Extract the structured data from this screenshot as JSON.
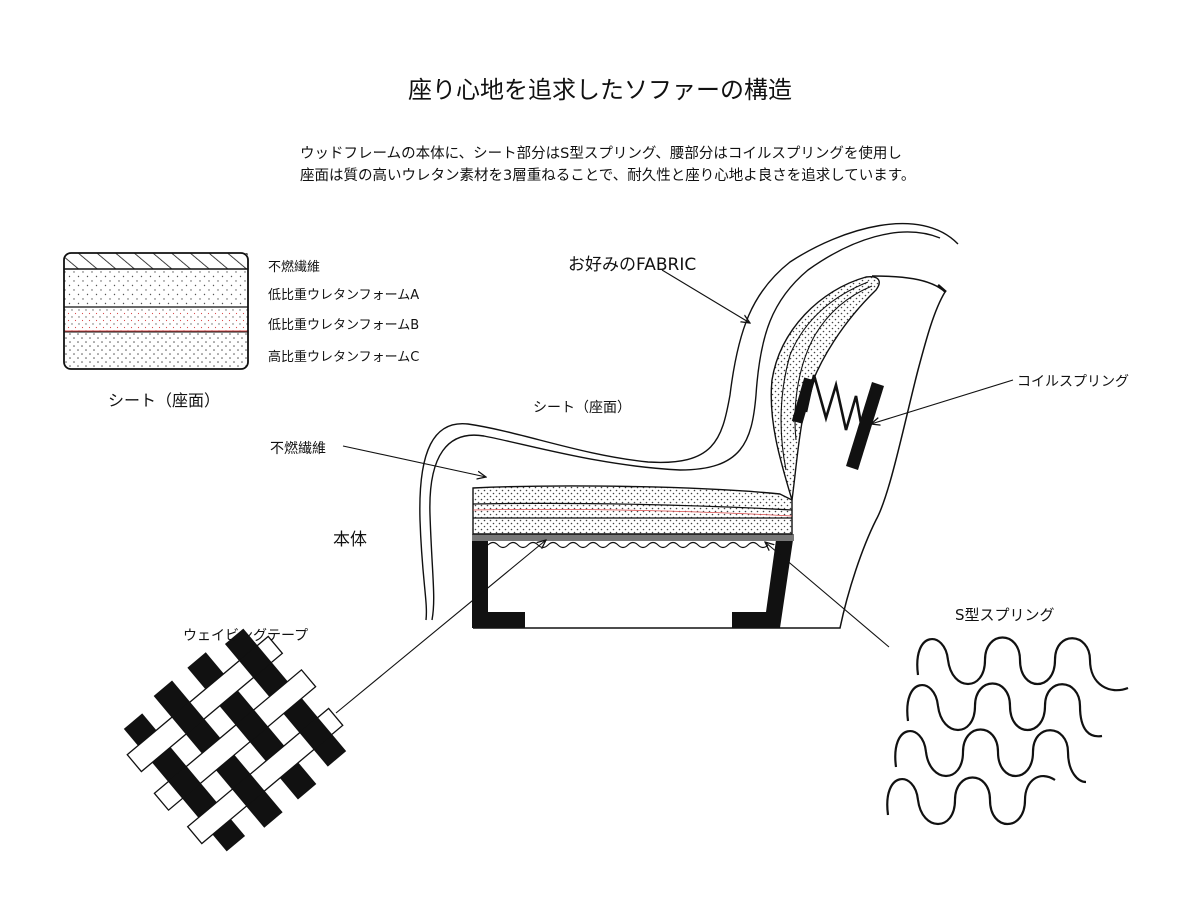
{
  "title": "座り心地を追求したソファーの構造",
  "description": {
    "line1": "ウッドフレームの本体に、シート部分はS型スプリング、腰部分はコイルスプリングを使用し",
    "line2": "座面は質の高いウレタン素材を3層重ねることで、耐久性と座り心地よ良さを追求しています。"
  },
  "legend": {
    "layers": [
      {
        "label": "不燃繊維"
      },
      {
        "label": "低比重ウレタンフォームA"
      },
      {
        "label": "低比重ウレタンフォームB"
      },
      {
        "label": "高比重ウレタンフォームC"
      }
    ],
    "caption": "シート（座面）"
  },
  "labels": {
    "fabric": "お好みのFABRIC",
    "seat": "シート（座面）",
    "fiber": "不燃繊維",
    "body": "本体",
    "coil_spring": "コイルスプリング",
    "webbing_tape": "ウェイビングテープ",
    "s_spring": "S型スプリング"
  },
  "colors": {
    "line": "#111111",
    "dot": "#555555",
    "accent_red": "#d94a4a"
  }
}
